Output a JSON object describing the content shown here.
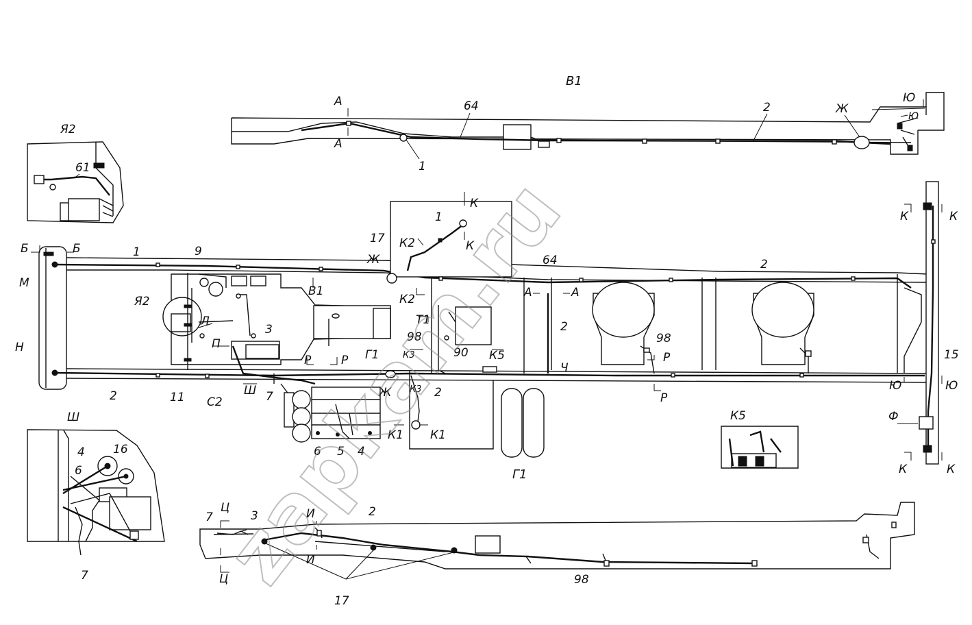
{
  "watermark": "zapkam.ru",
  "views": {
    "v1_title": "В1",
    "g1_title": "Г1",
    "ya2_title": "Я2",
    "sh_title": "Ш",
    "k5_title": "К5"
  },
  "labels": {
    "n1": "1",
    "n2": "2",
    "n3": "3",
    "n4": "4",
    "n5": "5",
    "n6": "6",
    "n7": "7",
    "n9": "9",
    "n11": "11",
    "n15": "15",
    "n16": "16",
    "n17": "17",
    "n61": "61",
    "n64": "64",
    "n90": "90",
    "n98": "98",
    "A": "А",
    "B": "Б",
    "M": "М",
    "N": "Н",
    "L": "Л",
    "P": "П",
    "R": "Р",
    "Sh": "Ш",
    "S2": "С2",
    "Zh": "Ж",
    "K": "К",
    "K1": "К1",
    "K2": "К2",
    "K3": "К3",
    "K5": "К5",
    "T1": "Т1",
    "Ch": "Ч",
    "Yu": "Ю",
    "F": "Ф",
    "I": "И",
    "Ts": "Ц",
    "V1": "В1",
    "G1": "Г1",
    "Ya2": "Я2"
  },
  "colors": {
    "ink": "#111111",
    "paper": "#ffffff",
    "watermark": "#8a8a8a"
  }
}
